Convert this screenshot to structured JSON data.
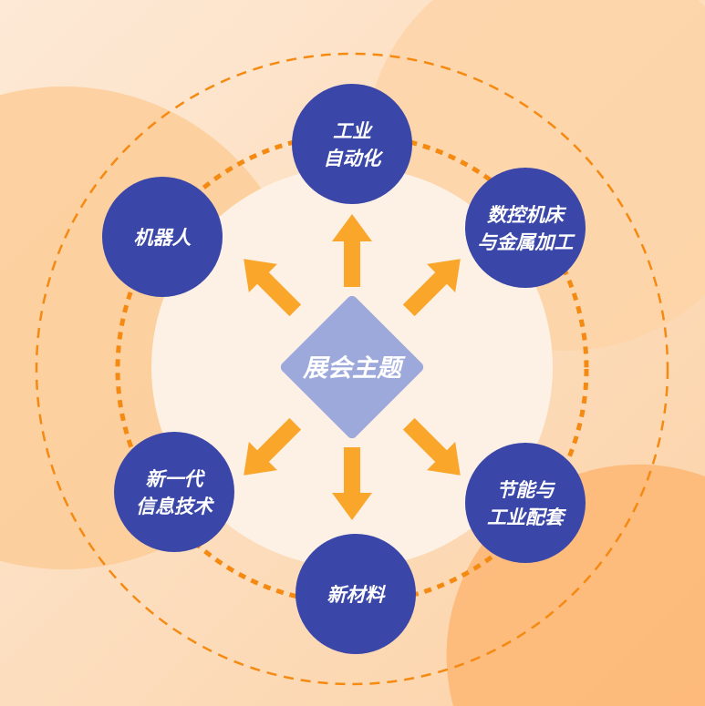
{
  "center": {
    "label": "展会主题"
  },
  "topics": [
    {
      "lines": [
        "工业",
        "自动化"
      ],
      "angle": 0
    },
    {
      "lines": [
        "数控机床",
        "与金属加工"
      ],
      "angle": 64
    },
    {
      "lines": [
        "节能与",
        "工业配套"
      ],
      "angle": 123
    },
    {
      "lines": [
        "新材料"
      ],
      "angle": 180
    },
    {
      "lines": [
        "新一代",
        "信息技术"
      ],
      "angle": 233
    },
    {
      "lines": [
        "机器人"
      ],
      "angle": 297
    }
  ],
  "colors": {
    "node": "#3a47a8",
    "diamond": "#9da8db",
    "arrow": "#f9a62b",
    "dash": "#f58a12"
  }
}
